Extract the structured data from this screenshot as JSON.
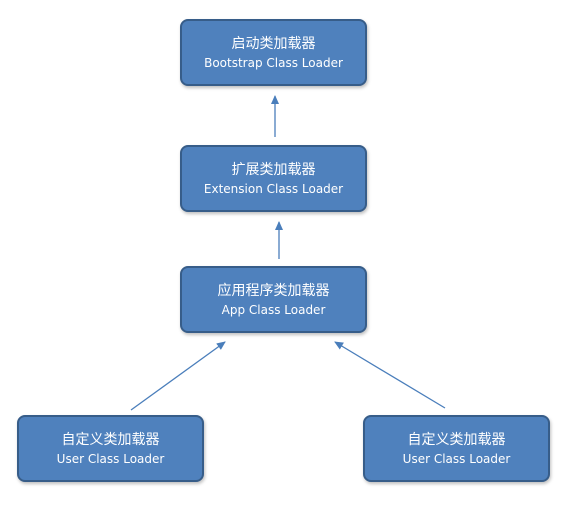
{
  "nodes": {
    "bootstrap": {
      "zh": "启动类加载器",
      "en": "Bootstrap Class Loader"
    },
    "extension": {
      "zh": "扩展类加载器",
      "en": "Extension Class Loader"
    },
    "app": {
      "zh": "应用程序类加载器",
      "en": "App Class Loader"
    },
    "user_left": {
      "zh": "自定义类加载器",
      "en": "User Class Loader"
    },
    "user_right": {
      "zh": "自定义类加载器",
      "en": "User Class Loader"
    }
  },
  "edges": [
    {
      "from": "extension",
      "to": "bootstrap"
    },
    {
      "from": "app",
      "to": "extension"
    },
    {
      "from": "user_left",
      "to": "app"
    },
    {
      "from": "user_right",
      "to": "app"
    }
  ],
  "colors": {
    "node_fill": "#4f81bd",
    "node_border": "#375d89",
    "node_text": "#ffffff",
    "arrow": "#4a7ebb"
  }
}
